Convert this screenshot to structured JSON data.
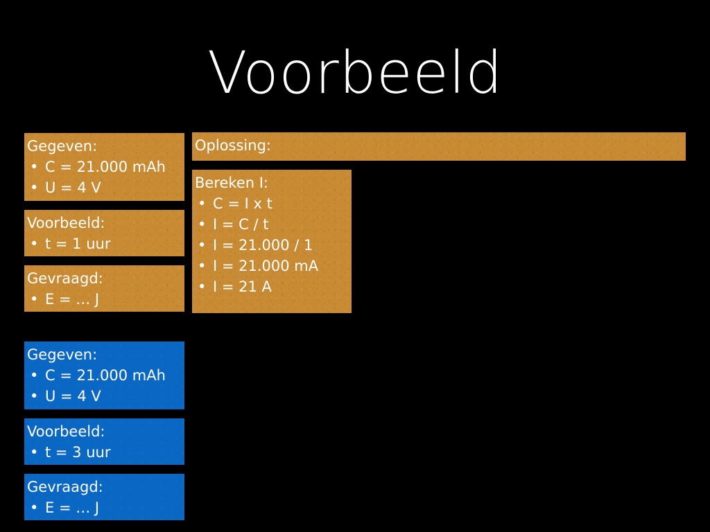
{
  "slide": {
    "title": "Voorbeeld",
    "background_color": "#000000",
    "orange_color": "#c88a32",
    "blue_color": "#0a68c4",
    "text_color": "#ffffff",
    "bullet_glyph": "•"
  },
  "given_orange": {
    "heading": "Gegeven:",
    "bullets": [
      "C = 21.000 mAh",
      "U = 4 V"
    ]
  },
  "example_orange": {
    "heading": "Voorbeeld:",
    "bullets": [
      "t = 1 uur"
    ]
  },
  "asked_orange": {
    "heading": "Gevraagd:",
    "bullets": [
      "E = … J"
    ]
  },
  "solution": {
    "heading": "Oplossing:"
  },
  "calculate": {
    "heading": "Bereken I:",
    "bullets": [
      "C = I x t",
      "I = C / t",
      "I = 21.000 / 1",
      "I = 21.000 mA",
      "I = 21 A"
    ]
  },
  "given_blue": {
    "heading": "Gegeven:",
    "bullets": [
      "C = 21.000 mAh",
      "U = 4 V"
    ]
  },
  "example_blue": {
    "heading": "Voorbeeld:",
    "bullets": [
      "t = 3 uur"
    ]
  },
  "asked_blue": {
    "heading": "Gevraagd:",
    "bullets": [
      "E = … J"
    ]
  }
}
